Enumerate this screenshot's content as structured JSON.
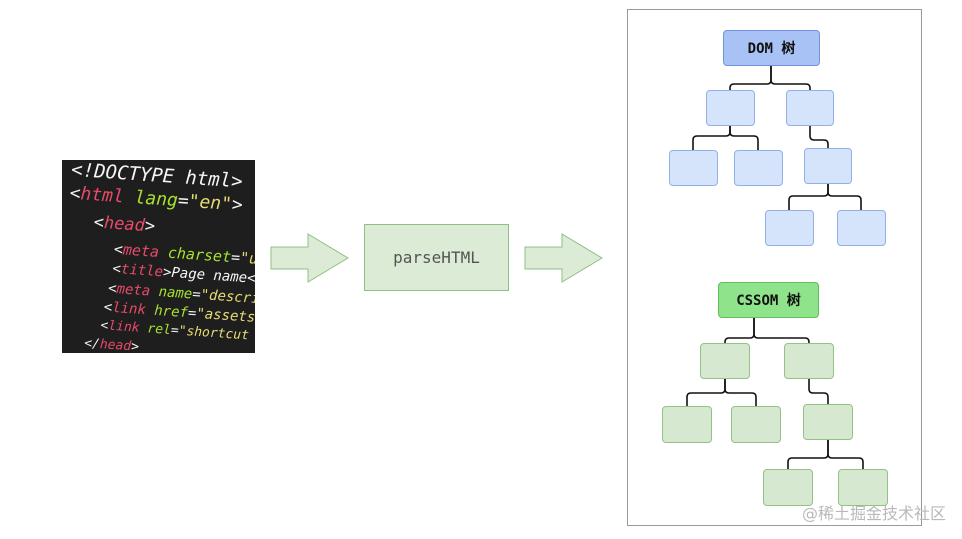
{
  "code_image": {
    "lines": [
      {
        "parts": [
          {
            "c": "pn",
            "t": "<!"
          },
          {
            "c": "t",
            "t": "DOCTYPE "
          },
          {
            "c": "t",
            "t": "html>"
          }
        ]
      },
      {
        "parts": [
          {
            "c": "pn",
            "t": "<"
          },
          {
            "c": "kw",
            "t": "html "
          },
          {
            "c": "attr",
            "t": "lang"
          },
          {
            "c": "pn",
            "t": "="
          },
          {
            "c": "str",
            "t": "\"en\""
          },
          {
            "c": "pn",
            "t": ">"
          }
        ]
      },
      {
        "parts": [
          {
            "c": "pn",
            "t": "<"
          },
          {
            "c": "kw",
            "t": "head"
          },
          {
            "c": "pn",
            "t": ">"
          }
        ]
      },
      {
        "parts": [
          {
            "c": "pn",
            "t": "<"
          },
          {
            "c": "kw",
            "t": "meta "
          },
          {
            "c": "attr",
            "t": "charset"
          },
          {
            "c": "pn",
            "t": "="
          },
          {
            "c": "str",
            "t": "\"ut"
          }
        ]
      },
      {
        "parts": [
          {
            "c": "pn",
            "t": "<"
          },
          {
            "c": "kw",
            "t": "title"
          },
          {
            "c": "pn",
            "t": ">"
          },
          {
            "c": "t",
            "t": "Page name</"
          }
        ]
      },
      {
        "parts": [
          {
            "c": "pn",
            "t": "<"
          },
          {
            "c": "kw",
            "t": "meta "
          },
          {
            "c": "attr",
            "t": "name"
          },
          {
            "c": "pn",
            "t": "="
          },
          {
            "c": "str",
            "t": "\"descri"
          }
        ]
      },
      {
        "parts": [
          {
            "c": "pn",
            "t": "<"
          },
          {
            "c": "kw",
            "t": "link "
          },
          {
            "c": "attr",
            "t": "href"
          },
          {
            "c": "pn",
            "t": "="
          },
          {
            "c": "str",
            "t": "\"assets/"
          }
        ]
      },
      {
        "parts": [
          {
            "c": "pn",
            "t": "<"
          },
          {
            "c": "kw",
            "t": "link "
          },
          {
            "c": "attr",
            "t": "rel"
          },
          {
            "c": "pn",
            "t": "="
          },
          {
            "c": "str",
            "t": "\"shortcut"
          }
        ]
      },
      {
        "parts": [
          {
            "c": "pn",
            "t": "</"
          },
          {
            "c": "kw",
            "t": "head"
          },
          {
            "c": "pn",
            "t": ">"
          }
        ]
      }
    ]
  },
  "process": {
    "label": "parseHTML"
  },
  "dom_tree": {
    "root_label": "DOM 树"
  },
  "cssom_tree": {
    "root_label": "CSSOM 树"
  },
  "watermark": "@稀土掘金技术社区",
  "colors": {
    "dom_root": "#a9c2f5",
    "dom_node": "#d6e4fb",
    "cssom_root": "#8fe38a",
    "cssom_node": "#d6e8cf",
    "arrow_fill": "#dcebd6",
    "arrow_stroke": "#8fbf84"
  }
}
